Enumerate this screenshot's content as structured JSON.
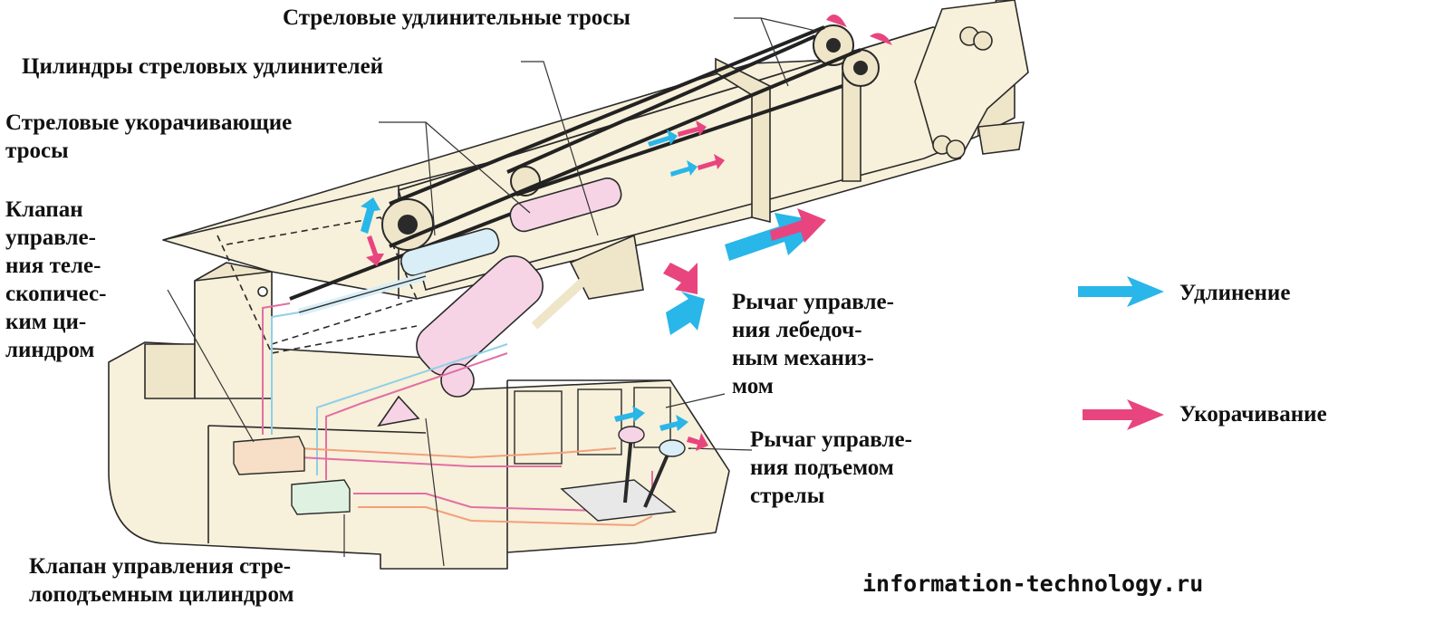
{
  "labels": {
    "extension_cables": "Стреловые удлинительные тросы",
    "extension_cylinders": "Цилиндры стреловых удлинителей",
    "retraction_cables": "Стреловые укорачивающие\nтросы",
    "telescopic_valve": "Клапан\nуправле-\nния теле-\nскопичес-\nким ци-\nлиндром",
    "winch_lever": "Рычаг управле-\nния лебедоч-\nным механиз-\nмом",
    "lift_lever": "Рычаг управле-\nния подъемом\nстрелы",
    "lift_valve": "Клапан управления стре-\nлоподъемным цилиндром"
  },
  "legend": {
    "extension": {
      "label": "Удлинение",
      "color": "#29b6e8"
    },
    "retraction": {
      "label": "Укорачивание",
      "color": "#e8457f"
    }
  },
  "watermark": "information-technology.ru",
  "colors": {
    "cream": "#f7f0da",
    "cream_dark": "#efe5c8",
    "outline": "#2a2a2a",
    "cylinder_pink": "#f6d4e6",
    "cylinder_blue": "#d9eef6",
    "valve_beige": "#f6dfc6",
    "valve_green": "#dff2e2",
    "pipe_pink": "#e36ea4",
    "pipe_blue": "#8fcfe8",
    "pipe_orange": "#f2a07a"
  }
}
